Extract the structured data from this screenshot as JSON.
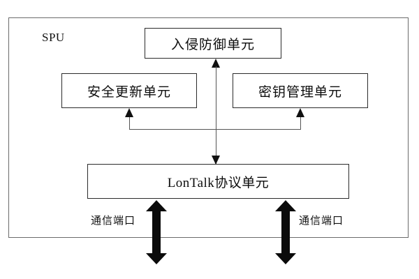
{
  "diagram": {
    "frame_label": "SPU",
    "border_color": "#6b6b6b",
    "line_color": "#555555",
    "box_border_color": "#2b2b2b",
    "arrow_color": "#0b0b0b",
    "background": "#ffffff"
  },
  "boxes": {
    "intrusion_prevention": "入侵防御单元",
    "secure_update": "安全更新单元",
    "key_management": "密钥管理单元",
    "lontalk_protocol": "LonTalk协议单元"
  },
  "ports": {
    "left_label": "通信端口",
    "right_label": "通信端口"
  },
  "connectors": [
    {
      "name": "lontalk-to-intrusion-prevention",
      "from": "lontalk_protocol",
      "to": "intrusion_prevention",
      "direction": "bidirectional"
    },
    {
      "name": "bus-to-secure-update",
      "from": "bus",
      "to": "secure_update",
      "direction": "up"
    },
    {
      "name": "bus-to-key-management",
      "from": "bus",
      "to": "key_management",
      "direction": "up"
    },
    {
      "name": "left-communication-port",
      "from": "lontalk_protocol",
      "to": "external",
      "direction": "bidirectional"
    },
    {
      "name": "right-communication-port",
      "from": "lontalk_protocol",
      "to": "external",
      "direction": "bidirectional"
    }
  ]
}
